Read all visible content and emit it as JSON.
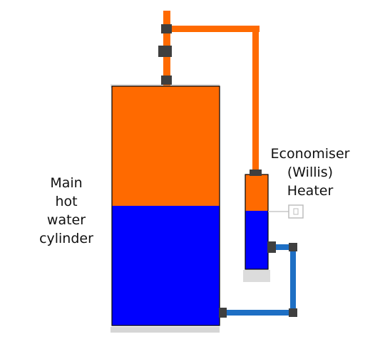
{
  "diagram": {
    "main_cylinder_label": [
      "Main",
      "hot",
      "water",
      "cylinder"
    ],
    "economiser_label": [
      "Economiser",
      "(Willis)",
      "Heater"
    ],
    "switch_glyph": "▯"
  },
  "colors": {
    "hot_water": "#ff6a00",
    "cold_water": "#0000ff",
    "cold_pipe": "#1e6fc4",
    "fitting": "#3f3f3f",
    "base": "#d6d6d6",
    "outline": "#000000"
  },
  "icons": {
    "switch": "switch-icon"
  }
}
